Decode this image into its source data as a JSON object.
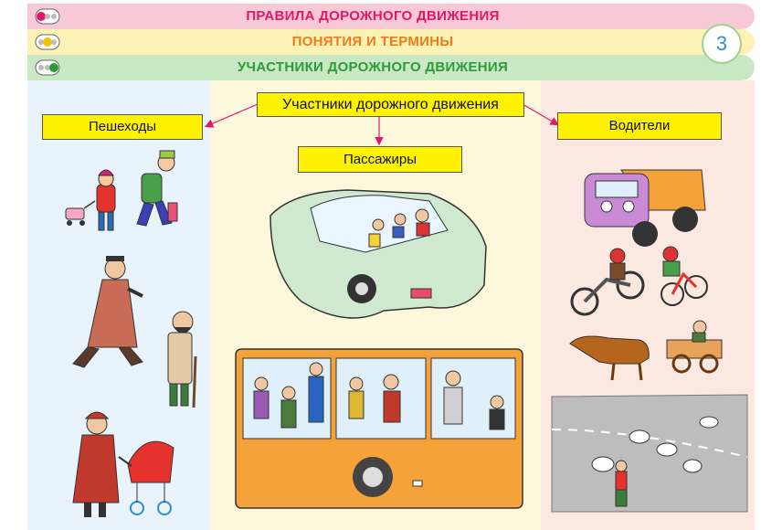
{
  "header": {
    "band1_title": "ПРАВИЛА ДОРОЖНОГО ДВИЖЕНИЯ",
    "band2_title": "ПОНЯТИЯ И ТЕРМИНЫ",
    "band3_title": "УЧАСТНИКИ ДОРОЖНОГО ДВИЖЕНИЯ",
    "page_number": "3"
  },
  "diagram": {
    "root": "Участники дорожного движения",
    "left": "Пешеходы",
    "center": "Пассажиры",
    "right": "Водители"
  },
  "colors": {
    "band1": "#f7c9d6",
    "band2": "#fdf2b6",
    "band3": "#c9e8c4",
    "band1_text": "#e4166b",
    "band2_text": "#f07a1a",
    "band3_text": "#2f9a3a",
    "left_col": "#e8f3fb",
    "center_col": "#fdf8dc",
    "right_col": "#fbe9e1",
    "box": "#fff200",
    "arrow": "#e4166b",
    "page_number": "#2a8fd6"
  }
}
